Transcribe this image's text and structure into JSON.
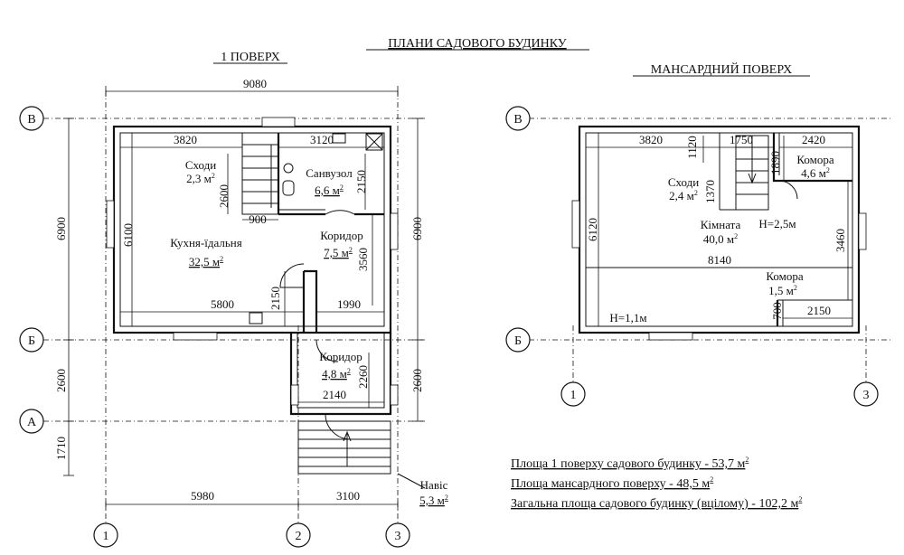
{
  "title": "ПЛАНИ САДОВОГО БУДИНКУ",
  "floor1": {
    "title": "1 ПОВЕРХ",
    "rooms": {
      "stairs": {
        "name": "Сходи",
        "area": "2,3 м",
        "sup": "2"
      },
      "bath": {
        "name": "Санвузол",
        "area": "6,6 м",
        "sup": "2"
      },
      "kitchen": {
        "name": "Кухня-їдальня",
        "area": "32,5 м",
        "sup": "2"
      },
      "corridor1": {
        "name": "Коридор",
        "area": "7,5 м",
        "sup": "2"
      },
      "corridor2": {
        "name": "Коридор",
        "area": "4,8 м",
        "sup": "2"
      },
      "canopy": {
        "name": "Навіс",
        "area": "5,3 м",
        "sup": "2"
      }
    },
    "dims": {
      "total_width": "9080",
      "d3820": "3820",
      "d3120": "3120",
      "d2150a": "2150",
      "d2600a": "2600",
      "d900": "900",
      "d6100": "6100",
      "d3560": "3560",
      "d2150b": "2150",
      "d5800": "5800",
      "d1990": "1990",
      "d2260": "2260",
      "d2140": "2140",
      "left6900": "6900",
      "right6900": "6900",
      "left2600": "2600",
      "right2600": "2600",
      "left1710": "1710",
      "b5980": "5980",
      "b3100": "3100"
    },
    "axes": {
      "rows": [
        "В",
        "Б",
        "А"
      ],
      "cols": [
        "1",
        "2",
        "3"
      ]
    }
  },
  "floor2": {
    "title": "МАНСАРДНИЙ ПОВЕРХ",
    "rooms": {
      "stairs": {
        "name": "Сходи",
        "area": "2,4 м",
        "sup": "2"
      },
      "room": {
        "name": "Кімната",
        "area": "40,0 м",
        "sup": "2"
      },
      "store1": {
        "name": "Комора",
        "area": "4,6 м",
        "sup": "2"
      },
      "store2": {
        "name": "Комора",
        "area": "1,5 м",
        "sup": "2"
      }
    },
    "heights": {
      "h25": "Н=2,5м",
      "h11": "Н=1,1м"
    },
    "dims": {
      "d3820": "3820",
      "d1120": "1120",
      "d1750": "1750",
      "d2420": "2420",
      "d1890": "1890",
      "d1370": "1370",
      "d6120": "6120",
      "d3460": "3460",
      "d8140": "8140",
      "d700": "700",
      "d2150": "2150"
    },
    "axes": {
      "rows": [
        "В",
        "Б"
      ],
      "cols": [
        "1",
        "3"
      ]
    }
  },
  "summary": {
    "line1": {
      "text": "Площа 1 поверху садового будинку - 53,7 м",
      "sup": "2"
    },
    "line2": {
      "text": "Площа мансардного поверху - 48,5 м",
      "sup": "2"
    },
    "line3": {
      "text": "Загальна площа садового будинку (вцілому) - 102,2 м",
      "sup": "2"
    }
  }
}
